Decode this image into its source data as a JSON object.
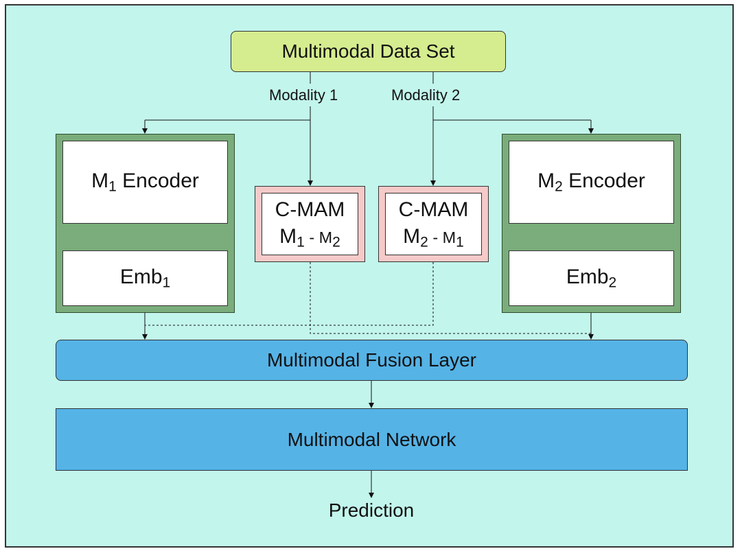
{
  "diagram": {
    "dataset_label": "Multimodal Data Set",
    "modality1_label": "Modality 1",
    "modality2_label": "Modality 2",
    "encoder1": {
      "prefix": "M",
      "sub": "1",
      "suffix": " Encoder"
    },
    "encoder2": {
      "prefix": "M",
      "sub": "2",
      "suffix": " Encoder"
    },
    "emb1": {
      "prefix": "Emb",
      "sub": "1"
    },
    "emb2": {
      "prefix": "Emb",
      "sub": "2"
    },
    "cmam1": {
      "title": "C-MAM",
      "a": "M",
      "a_sub": "1",
      "sep": " - ",
      "b": "M",
      "b_sub": "2"
    },
    "cmam2": {
      "title": "C-MAM",
      "a": "M",
      "a_sub": "2",
      "sep": " - ",
      "b": "M",
      "b_sub": "1"
    },
    "fusion_label": "Multimodal Fusion Layer",
    "network_label": "Multimodal Network",
    "prediction_label": "Prediction"
  }
}
